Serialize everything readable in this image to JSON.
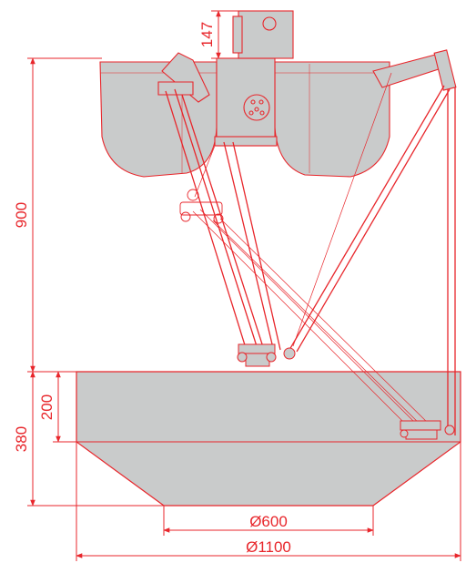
{
  "dimensions": {
    "top_offset": "147",
    "total_height": "900",
    "base_height": "380",
    "base_upper_height": "200",
    "bottom_diameter": "Ø600",
    "top_diameter": "Ø1100"
  },
  "colors": {
    "line": "#e8262b",
    "fill": "#c9cbcb",
    "background": "#ffffff"
  }
}
